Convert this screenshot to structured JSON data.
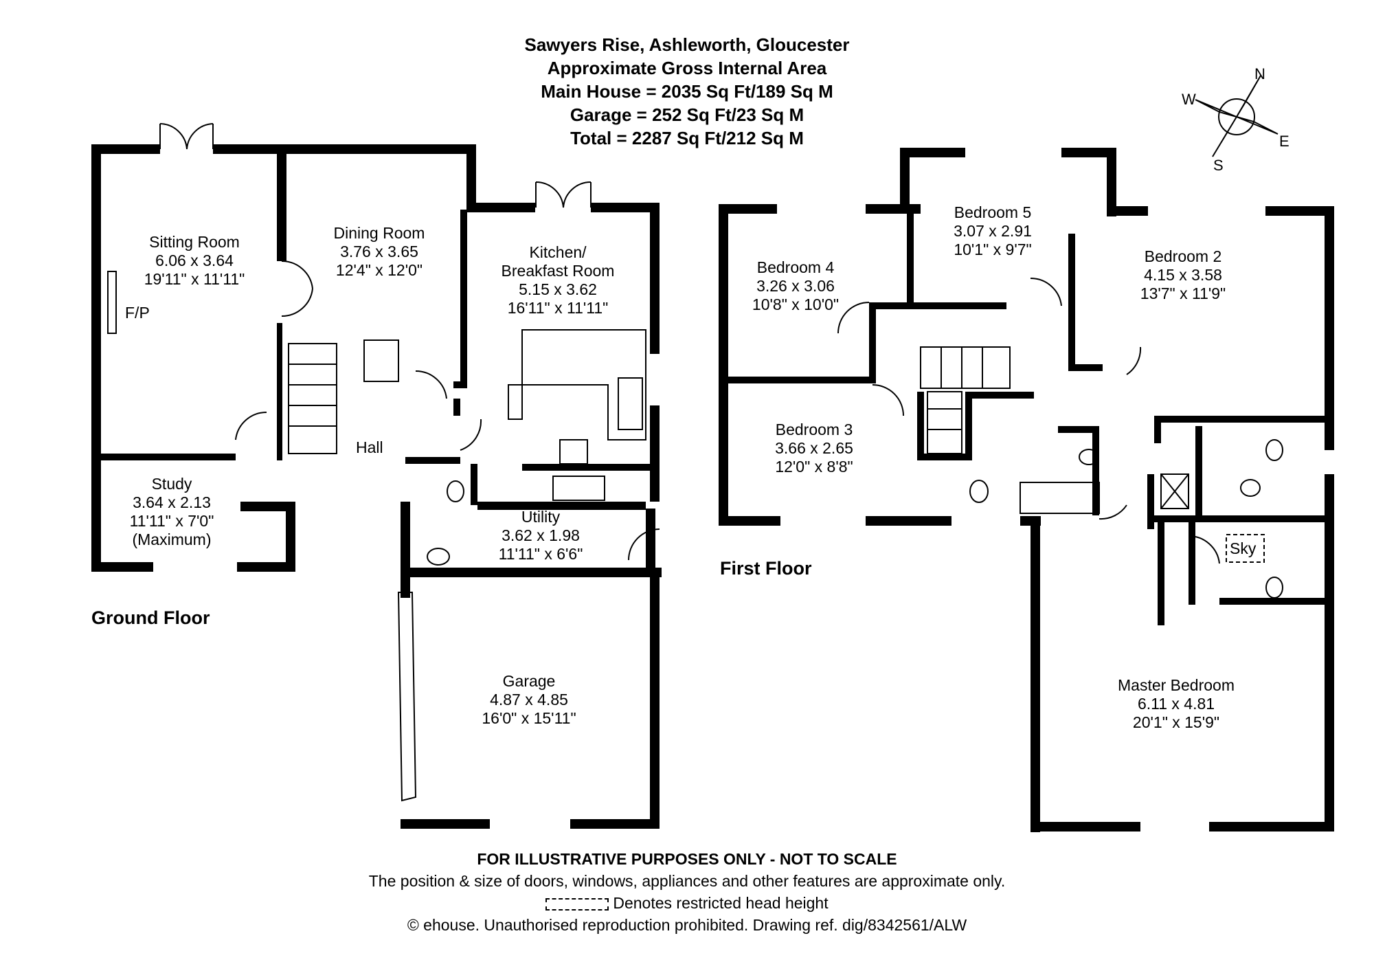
{
  "header": {
    "line1": "Sawyers Rise, Ashleworth, Gloucester",
    "line2": "Approximate Gross Internal Area",
    "line3": "Main House = 2035 Sq Ft/189 Sq M",
    "line4": "Garage = 252 Sq Ft/23 Sq M",
    "line5": "Total = 2287 Sq Ft/212 Sq M"
  },
  "compass": {
    "n": "N",
    "e": "E",
    "s": "S",
    "w": "W"
  },
  "ground_floor": {
    "label": "Ground Floor",
    "rooms": [
      {
        "name": "Sitting Room",
        "metric": "6.06 x 3.64",
        "imperial": "19'11\" x 11'11\""
      },
      {
        "name": "Dining Room",
        "metric": "3.76 x 3.65",
        "imperial": "12'4\" x 12'0\""
      },
      {
        "name": "Kitchen/",
        "name2": "Breakfast Room",
        "metric": "5.15 x 3.62",
        "imperial": "16'11\" x 11'11\""
      },
      {
        "name": "Study",
        "metric": "3.64 x 2.13",
        "imperial": "11'11\" x 7'0\"",
        "note": "(Maximum)"
      },
      {
        "name": "Utility",
        "metric": "3.62 x 1.98",
        "imperial": "11'11\" x 6'6\""
      },
      {
        "name": "Garage",
        "metric": "4.87 x 4.85",
        "imperial": "16'0\" x 15'11\""
      }
    ],
    "hall": "Hall",
    "fp": "F/P"
  },
  "first_floor": {
    "label": "First Floor",
    "rooms": [
      {
        "name": "Bedroom 5",
        "metric": "3.07 x 2.91",
        "imperial": "10'1\" x 9'7\""
      },
      {
        "name": "Bedroom 4",
        "metric": "3.26 x 3.06",
        "imperial": "10'8\" x 10'0\""
      },
      {
        "name": "Bedroom 2",
        "metric": "4.15 x 3.58",
        "imperial": "13'7\" x 11'9\""
      },
      {
        "name": "Bedroom 3",
        "metric": "3.66 x 2.65",
        "imperial": "12'0\" x 8'8\""
      },
      {
        "name": "Master Bedroom",
        "metric": "6.11 x 4.81",
        "imperial": "20'1\" x 15'9\""
      }
    ],
    "sky": "Sky"
  },
  "footer": {
    "line1": "FOR ILLUSTRATIVE PURPOSES ONLY - NOT TO SCALE",
    "line2": "The position & size of doors, windows, appliances and other features are approximate only.",
    "line3": "Denotes restricted head height",
    "line4": "© ehouse. Unauthorised reproduction prohibited. Drawing ref. dig/8342561/ALW"
  }
}
